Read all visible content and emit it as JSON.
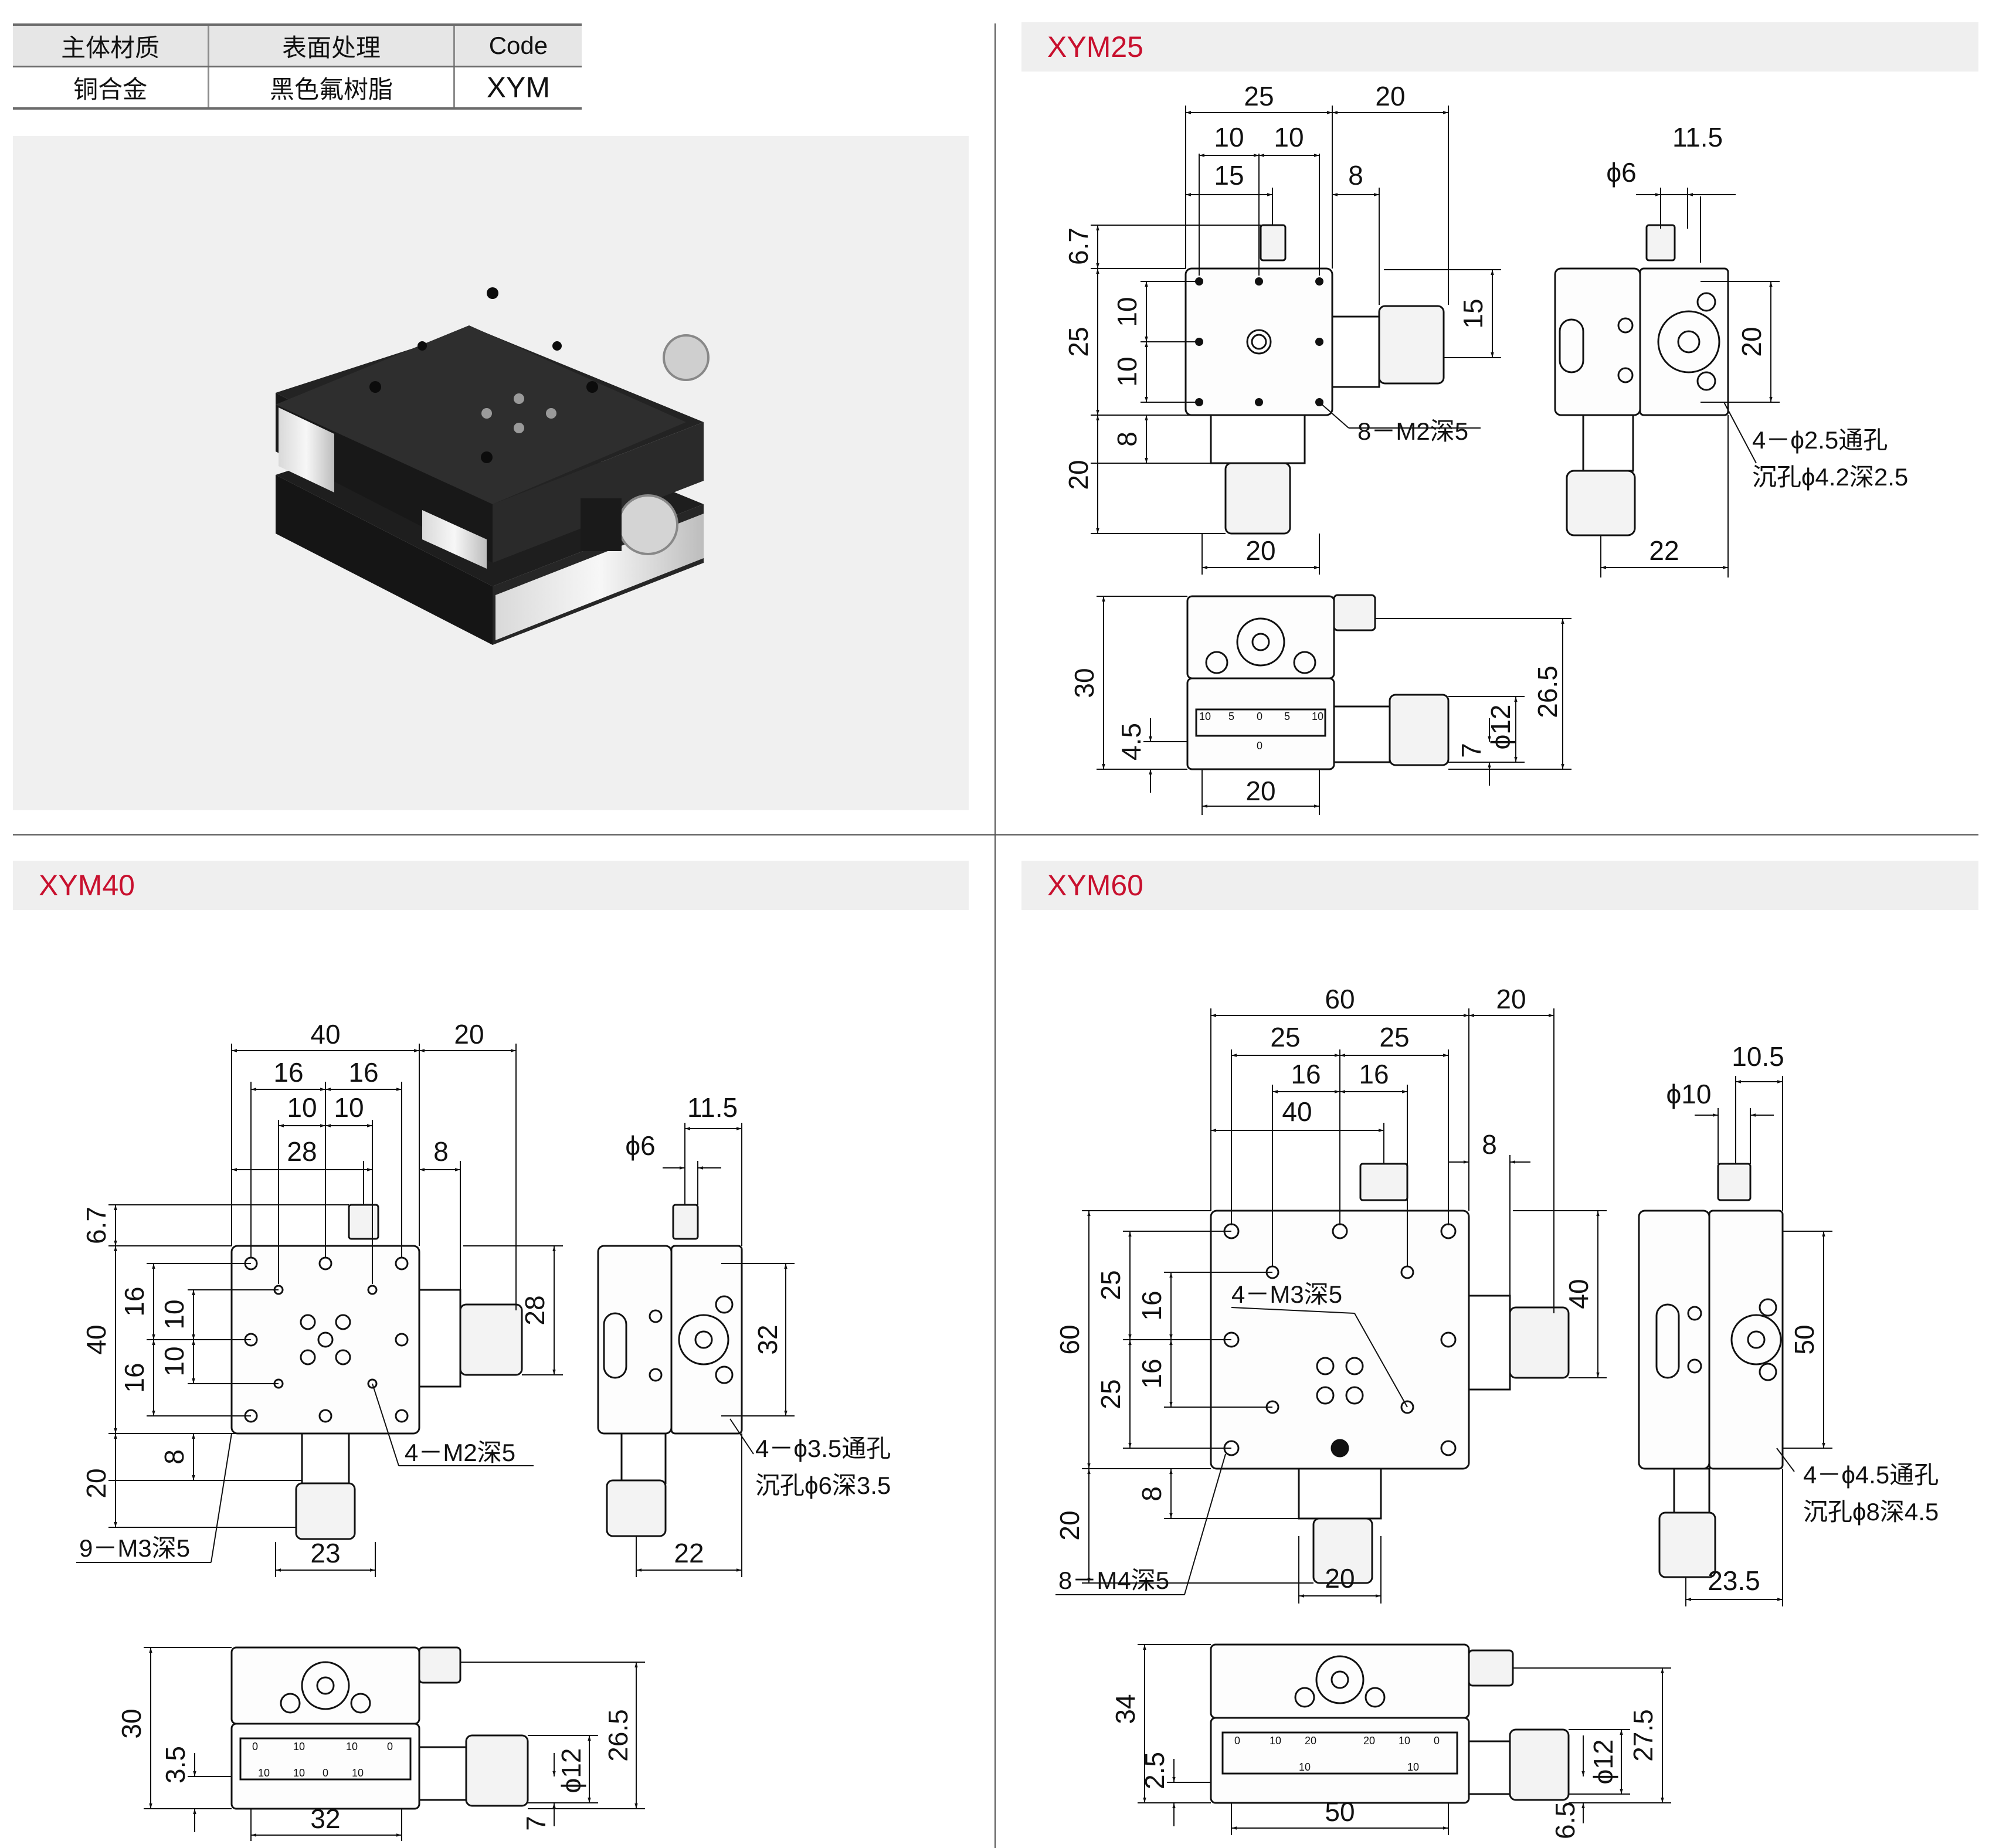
{
  "spec_table": {
    "headers": [
      "主体材质",
      "表面处理",
      "Code"
    ],
    "row": [
      "铜合金",
      "黑色氟树脂",
      "XYM"
    ]
  },
  "panels": {
    "xym25": {
      "title": "XYM25",
      "top": {
        "d1": "25",
        "d2": "20",
        "d3": "10",
        "d4": "10",
        "d5": "15",
        "d6": "8"
      },
      "left": {
        "d1": "6.7",
        "d2": "25",
        "d3": "10",
        "d4": "10",
        "d5": "8",
        "d6": "20"
      },
      "right_dim": "15",
      "bottom_dim": "20",
      "callout_holes": "8－M2深5",
      "side": {
        "phi": "ϕ6",
        "d1": "11.5",
        "d2": "20",
        "d3": "22",
        "note1": "4－ϕ2.5通孔",
        "note2": "沉孔ϕ4.2深2.5"
      },
      "front": {
        "d1": "30",
        "d2": "4.5",
        "d3": "26.5",
        "d4": "ϕ12",
        "d5": "7",
        "d6": "20"
      },
      "scale_labels": [
        "10",
        "5",
        "0",
        "5",
        "10",
        "0"
      ]
    },
    "xym40": {
      "title": "XYM40",
      "top": {
        "d1": "40",
        "d2": "20",
        "d3": "16",
        "d4": "16",
        "d5": "10",
        "d6": "10",
        "d7": "28",
        "d8": "8"
      },
      "left": {
        "d1": "6.7",
        "d2": "40",
        "d3": "16",
        "d4": "10",
        "d5": "10",
        "d6": "16",
        "d7": "8",
        "d8": "20"
      },
      "right_dim": "28",
      "bottom_dim": "23",
      "callout_m2": "4－M2深5",
      "callout_m3": "9－M3深5",
      "side": {
        "phi": "ϕ6",
        "d1": "11.5",
        "d2": "32",
        "d3": "22",
        "note1": "4－ϕ3.5通孔",
        "note2": "沉孔ϕ6深3.5"
      },
      "front": {
        "d1": "30",
        "d2": "3.5",
        "d3": "26.5",
        "d4": "ϕ12",
        "d5": "7",
        "d6": "32"
      },
      "scale_labels": [
        "0",
        "10",
        "10",
        "0",
        "10",
        "0",
        "10",
        "10"
      ]
    },
    "xym60": {
      "title": "XYM60",
      "top": {
        "d1": "60",
        "d2": "20",
        "d3": "25",
        "d4": "25",
        "d5": "16",
        "d6": "16",
        "d7": "40",
        "d8": "8"
      },
      "left": {
        "d1": "60",
        "d2": "25",
        "d3": "16",
        "d4": "16",
        "d5": "25",
        "d6": "8",
        "d7": "20"
      },
      "right_dim": "40",
      "bottom_dim": "20",
      "callout_m3": "4－M3深5",
      "callout_m4": "8－M4深5",
      "side": {
        "phi": "ϕ10",
        "d1": "10.5",
        "d2": "50",
        "d3": "23.5",
        "note1": "4－ϕ4.5通孔",
        "note2": "沉孔ϕ8深4.5"
      },
      "front": {
        "d1": "34",
        "d2": "2.5",
        "d3": "27.5",
        "d4": "ϕ12",
        "d5": "6.5",
        "d6": "50"
      },
      "scale_labels": [
        "0",
        "10",
        "20",
        "20",
        "10",
        "0",
        "10",
        "10"
      ]
    }
  }
}
